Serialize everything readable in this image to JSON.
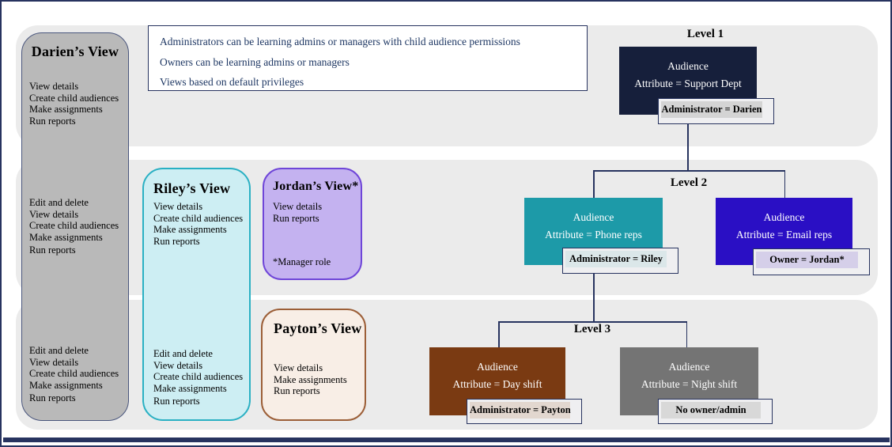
{
  "legend": {
    "lines": [
      "Administrators can be learning admins or managers with child audience permissions",
      "Owners can be learning admins or managers",
      "Views based on default privileges"
    ]
  },
  "views": {
    "darien": {
      "title": "Darien’s View",
      "list1": [
        "View details",
        "Create child audiences",
        "Make assignments",
        "Run reports"
      ],
      "list2": [
        "Edit and delete",
        "View details",
        "Create child audiences",
        "Make assignments",
        "Run reports"
      ],
      "list3": [
        "Edit and delete",
        "View details",
        "Create child audiences",
        "Make assignments",
        "Run reports"
      ]
    },
    "riley": {
      "title": "Riley’s View",
      "list1": [
        "View details",
        "Create child audiences",
        "Make assignments",
        "Run reports"
      ],
      "list2": [
        "Edit and delete",
        "View details",
        "Create child audiences",
        "Make assignments",
        "Run reports"
      ]
    },
    "jordan": {
      "title": "Jordan’s View*",
      "list1": [
        "View details",
        "Run reports"
      ],
      "note": "*Manager role"
    },
    "payton": {
      "title": "Payton’s View",
      "list1": [
        "View details",
        "Make assignments",
        "Run reports"
      ]
    }
  },
  "levels": {
    "level1": {
      "label": "Level 1",
      "audience": {
        "line1": "Audience",
        "line2": "Attribute = Support Dept"
      },
      "badge": "Administrator = Darien"
    },
    "level2": {
      "label": "Level 2",
      "phone": {
        "line1": "Audience",
        "line2": "Attribute = Phone reps",
        "badge": "Administrator = Riley"
      },
      "email": {
        "line1": "Audience",
        "line2": "Attribute = Email reps",
        "badge": "Owner = Jordan*"
      }
    },
    "level3": {
      "label": "Level 3",
      "day": {
        "line1": "Audience",
        "line2": "Attribute = Day shift",
        "badge": "Administrator = Payton"
      },
      "night": {
        "line1": "Audience",
        "line2": "Attribute = Night shift",
        "badge": "No owner/admin"
      }
    }
  },
  "colors": {
    "border_navy": "#27335f",
    "legend_text": "#1f3864",
    "band_gray": "#ebebeb",
    "darien_fill": "#b9b9b9",
    "darien_border": "#4a567d",
    "riley_fill": "#cdeef3",
    "riley_border": "#2ab0c3",
    "jordan_fill": "#c4b2f0",
    "jordan_border": "#6f46d8",
    "payton_fill": "#f8eee6",
    "payton_border": "#9c5f38",
    "support_box": "#161f3b",
    "phone_box": "#1d9aa8",
    "email_box": "#2a0fc4",
    "day_box": "#7a3a12",
    "night_box": "#747474",
    "badge_fill": "#efeff1",
    "badge_strip_darien": "#d4d4d4",
    "badge_strip_riley": "#dbe7e9",
    "badge_strip_jordan": "#d5cfe9",
    "badge_strip_payton": "#e2d7cf",
    "badge_strip_night": "#d8d8d8"
  }
}
